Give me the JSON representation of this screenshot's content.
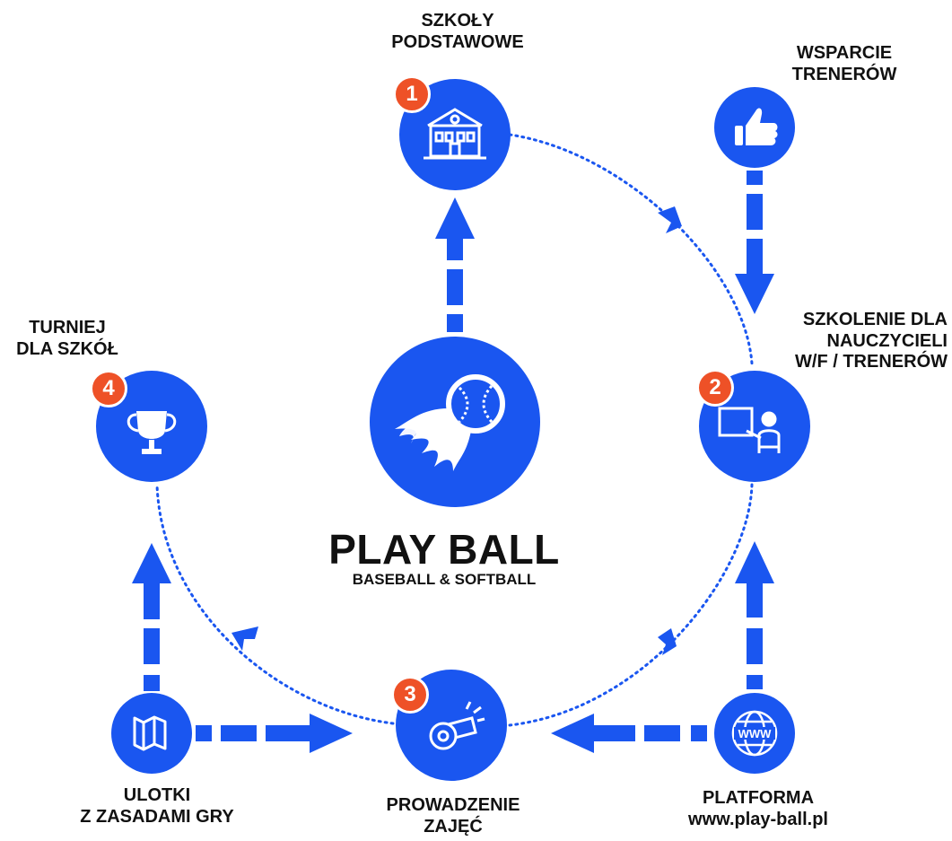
{
  "colors": {
    "primary": "#1a56f0",
    "badge": "#ee5127",
    "text": "#111111"
  },
  "center": {
    "title": "PLAY BALL",
    "subtitle": "BASEBALL & SOFTBALL",
    "icon": "baseball-fireball-icon"
  },
  "nodes": [
    {
      "id": "szkoly",
      "number": "1",
      "label": [
        "SZKOŁY",
        "PODSTAWOWE"
      ],
      "icon": "school-building-icon"
    },
    {
      "id": "szkolenie",
      "number": "2",
      "label": [
        "SZKOLENIE DLA",
        "NAUCZYCIELI",
        "W/F / TRENERÓW"
      ],
      "icon": "teacher-board-icon"
    },
    {
      "id": "prowadzenie",
      "number": "3",
      "label": [
        "PROWADZENIE",
        "ZAJĘĆ"
      ],
      "icon": "whistle-icon"
    },
    {
      "id": "turniej",
      "number": "4",
      "label": [
        "TURNIEJ",
        "DLA SZKÓŁ"
      ],
      "icon": "trophy-icon"
    },
    {
      "id": "wsparcie",
      "number": "",
      "label": [
        "WSPARCIE",
        "TRENERÓW"
      ],
      "icon": "thumbs-up-icon"
    },
    {
      "id": "platforma",
      "number": "",
      "label": [
        "PLATFORMA",
        "www.play-ball.pl"
      ],
      "icon": "globe-www-icon"
    },
    {
      "id": "ulotki",
      "number": "",
      "label": [
        "ULOTKI",
        "Z ZASADAMI GRY"
      ],
      "icon": "map-leaflet-icon"
    }
  ]
}
